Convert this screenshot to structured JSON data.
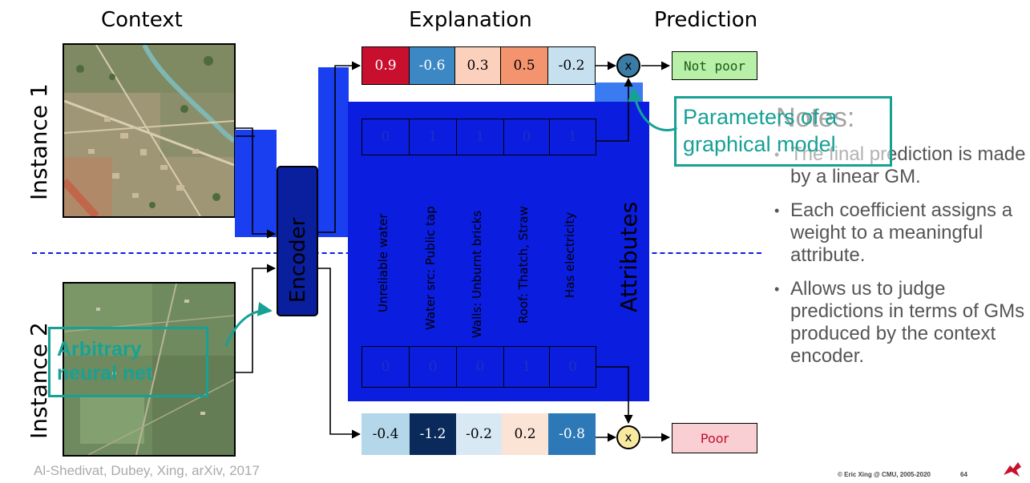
{
  "headers": {
    "context": "Context",
    "explanation": "Explanation",
    "prediction": "Prediction"
  },
  "instances": {
    "instance1": "Instance 1",
    "instance2": "Instance 2"
  },
  "encoder_label": "Encoder",
  "attributes_label": "Attributes",
  "explanation_top": [
    "0.9",
    "-0.6",
    "0.3",
    "0.5",
    "-0.2"
  ],
  "explanation_bottom": [
    "-0.4",
    "-1.2",
    "-0.2",
    "0.2",
    "-0.8"
  ],
  "attributes_top": [
    "0",
    "1",
    "1",
    "0",
    "1"
  ],
  "attributes_bottom": [
    "0",
    "0",
    "0",
    "1",
    "0"
  ],
  "attribute_names": [
    "Unreliable water",
    "Water src: Public tap",
    "Walls: Unburnt bricks",
    "Roof: Thatch, Straw",
    "Has electricity"
  ],
  "operator_symbol": "x",
  "predictions": {
    "top": "Not poor",
    "bottom": "Poor"
  },
  "callouts": {
    "gm": [
      "Parameters of a",
      "graphical model"
    ],
    "nn": [
      "Arbitrary",
      "neural net"
    ]
  },
  "notes": {
    "title": "Notes:",
    "items": [
      "The final prediction is made by a linear GM.",
      "Each coefficient assigns a weight to a meaningful attribute.",
      "Allows us to judge predictions in terms of GMs produced by the context encoder."
    ]
  },
  "citation": "Al-Shedivat, Dubey, Xing, arXiv, 2017",
  "footer": {
    "copyright": "© Eric Xing @ CMU, 2005-2020",
    "page": "64"
  },
  "colors": {
    "explanation_top": [
      "#c8102e",
      "#3b88c4",
      "#fbd0bd",
      "#f4946e",
      "#c7e0ef"
    ],
    "explanation_bottom": [
      "#b4d7ea",
      "#0b2a5c",
      "#d9e9f4",
      "#fbe3d6",
      "#2d79b8"
    ],
    "encoder": "#0a1f9e",
    "attribute_panel": "#0b1ee0",
    "accent": "#17a195"
  }
}
